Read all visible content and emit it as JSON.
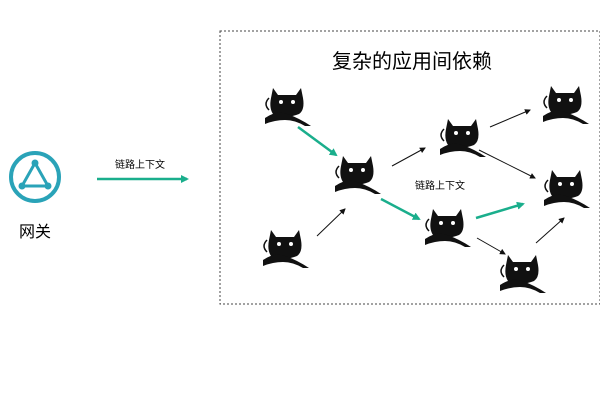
{
  "gateway": {
    "label": "网关",
    "icon": "gateway-triangle-icon"
  },
  "context_label": "链路上下文",
  "inner_context_label": "链路上下文",
  "box": {
    "title": "复杂的应用间依赖"
  },
  "service_icon": "tomcat-cat-icon",
  "colors": {
    "accent": "#1AAE8C",
    "gateway_ring": "#2AA3B8",
    "ink": "#111111"
  }
}
